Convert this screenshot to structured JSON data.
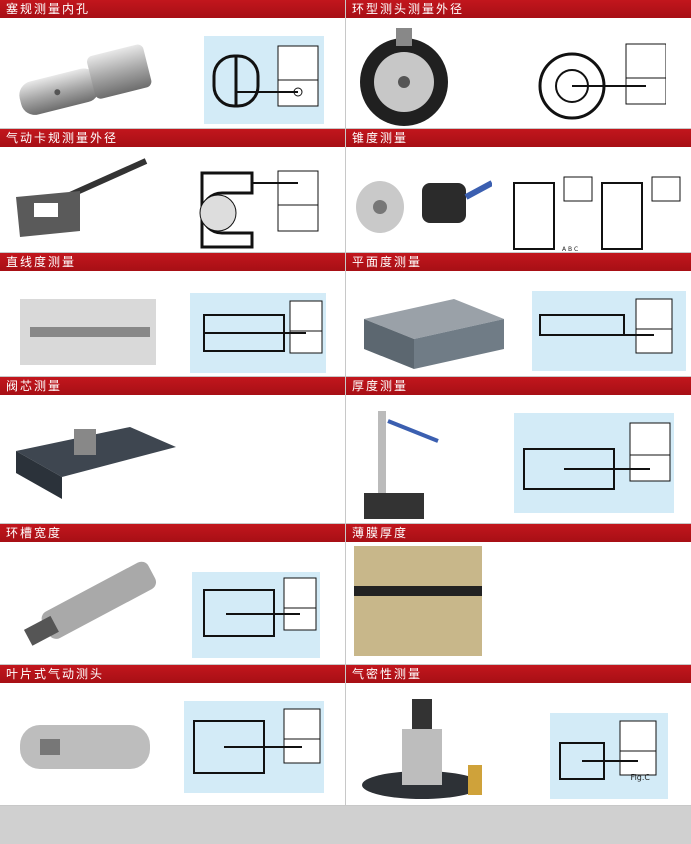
{
  "cells": [
    {
      "id": "plug-gauge-bore",
      "title": "塞规测量内孔"
    },
    {
      "id": "ring-gauge-od",
      "title": "环型测头测量外径"
    },
    {
      "id": "snap-gauge-od",
      "title": "气动卡规测量外径"
    },
    {
      "id": "taper",
      "title": "锥度测量"
    },
    {
      "id": "straightness",
      "title": "直线度测量"
    },
    {
      "id": "flatness",
      "title": "平面度测量"
    },
    {
      "id": "valve-core",
      "title": "阀芯测量"
    },
    {
      "id": "thickness",
      "title": "厚度测量"
    },
    {
      "id": "groove-width",
      "title": "环槽宽度"
    },
    {
      "id": "film-thickness",
      "title": "薄膜厚度"
    },
    {
      "id": "blade-probe",
      "title": "叶片式气动测头"
    },
    {
      "id": "air-tightness",
      "title": "气密性测量"
    }
  ],
  "labels": {
    "fig_c": "Fig.C",
    "abc": [
      "A",
      "B",
      "C"
    ]
  },
  "colors": {
    "title_red": "#b5121b",
    "diagram_bg": "#d3ebf7"
  }
}
